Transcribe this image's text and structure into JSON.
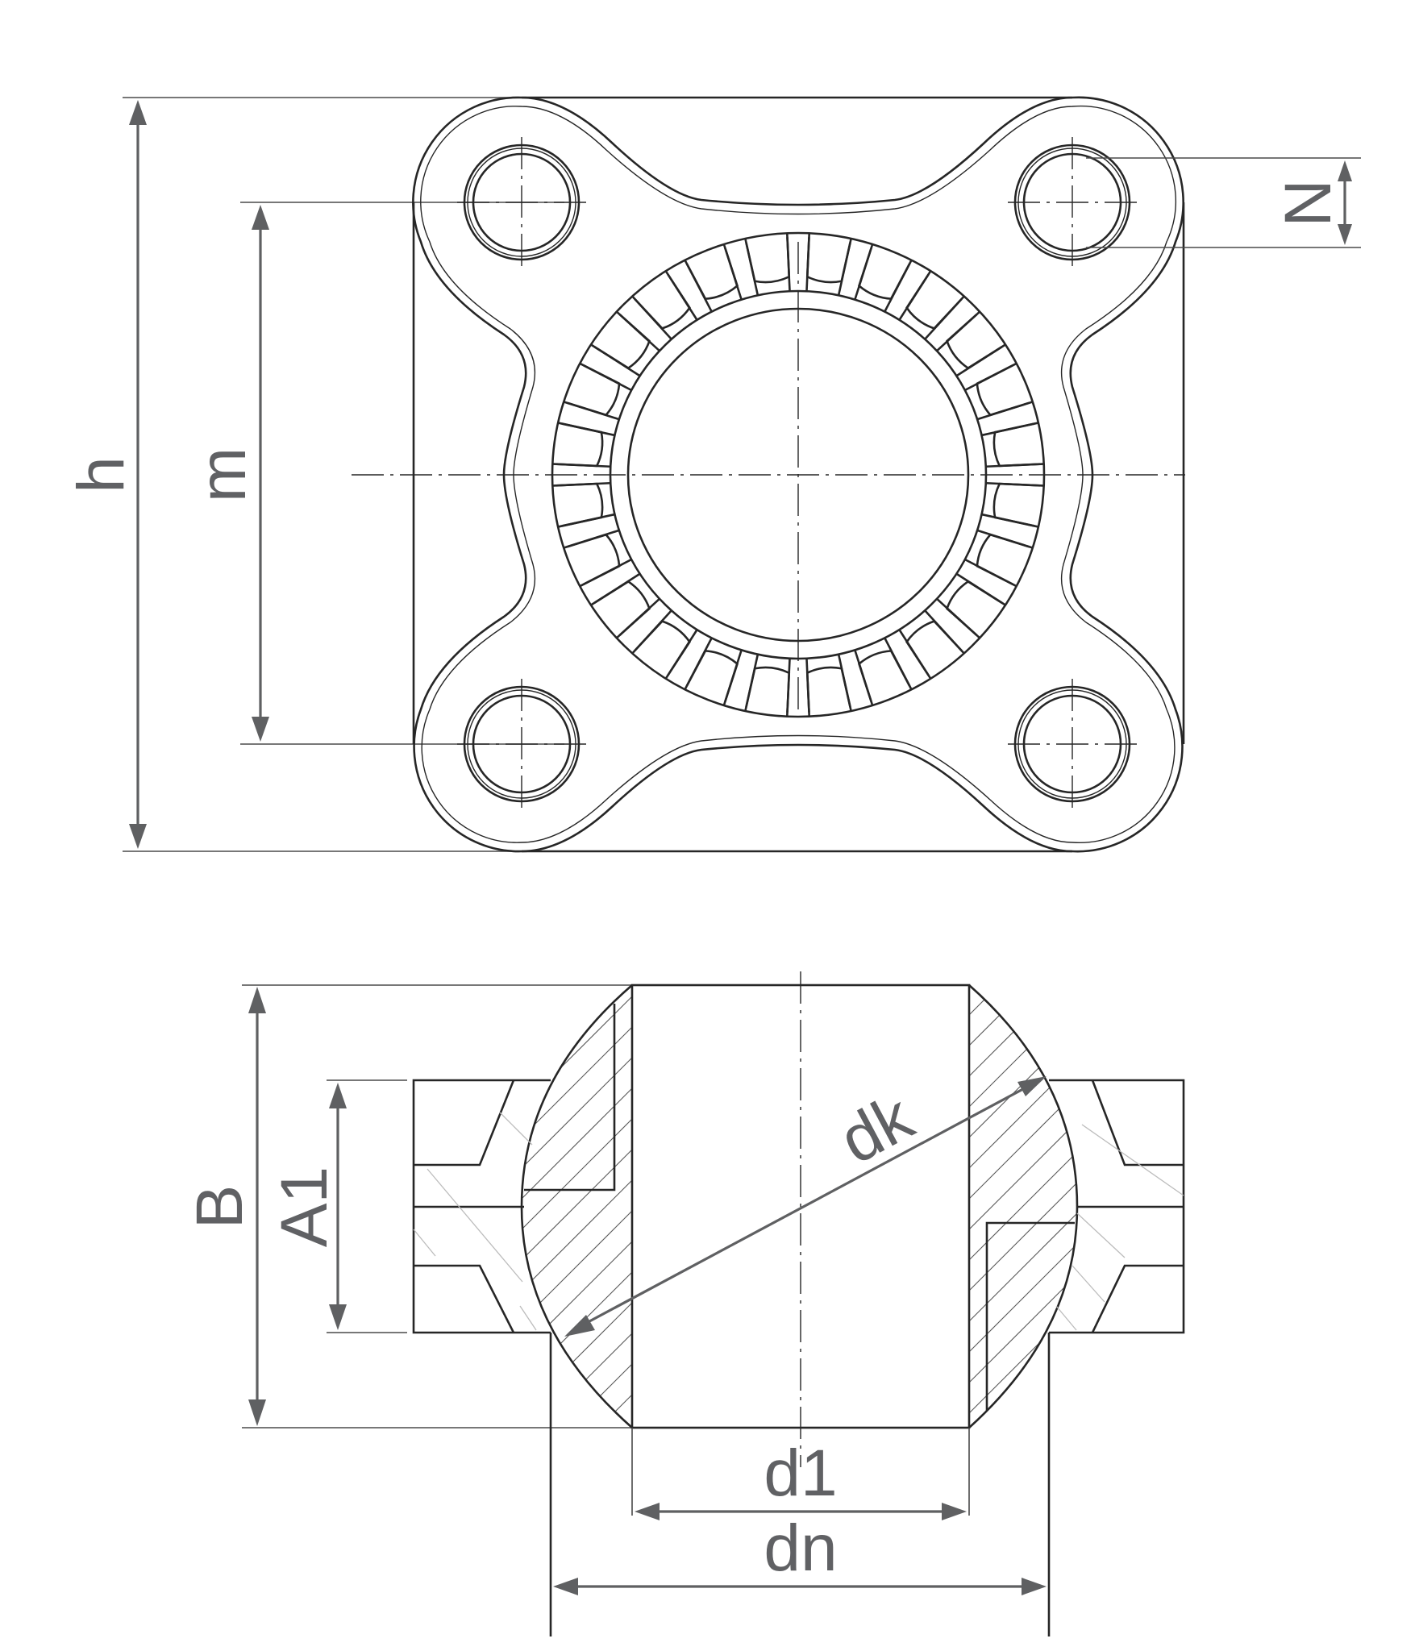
{
  "drawing": {
    "title": "Flanged spherical plain bearing housing - dimension drawing",
    "colors": {
      "line": "#262626",
      "dimension": "#5f6062",
      "background": "#ffffff"
    }
  },
  "top_view": {
    "labels": {
      "h": "h",
      "m": "m",
      "N": "N"
    },
    "bolt_holes": 4,
    "rib_pockets": 24
  },
  "section_view": {
    "labels": {
      "B": "B",
      "A1": "A1",
      "dk": "dk",
      "d1": "d1",
      "dn": "dn"
    }
  }
}
